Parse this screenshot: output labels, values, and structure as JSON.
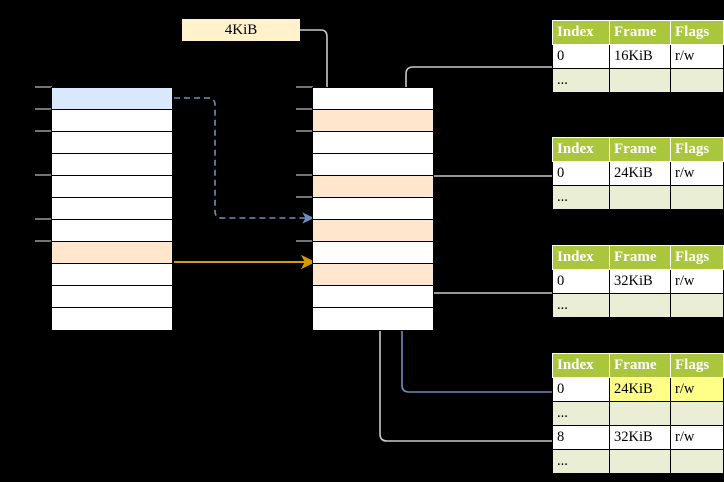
{
  "diagram": {
    "title": "multi-level-page-table-walk",
    "page_size_label": {
      "text": "4KiB"
    },
    "colors": {
      "blue_fill": "#dae8fc",
      "orange_fill": "#ffe6cc",
      "yellow_fill": "#fff2cc",
      "green_header": "#aac63c",
      "table_alt_row": "#e9eed4",
      "highlight": "#ffff88",
      "blue_stroke": "#6c8ebf",
      "orange_stroke": "#d79b00",
      "gray_stroke": "#b3b3b3",
      "background": "#000000"
    },
    "left_stack": {
      "name": "virtual-address-space",
      "row_count": 11,
      "rows": [
        {
          "index": 0,
          "fill": "blue",
          "label": ""
        },
        {
          "index": 1,
          "fill": "white",
          "label": ""
        },
        {
          "index": 2,
          "fill": "white",
          "label": ""
        },
        {
          "index": 3,
          "fill": "white",
          "label": ""
        },
        {
          "index": 4,
          "fill": "white",
          "label": ""
        },
        {
          "index": 5,
          "fill": "white",
          "label": ""
        },
        {
          "index": 6,
          "fill": "white",
          "label": ""
        },
        {
          "index": 7,
          "fill": "orange",
          "label": ""
        },
        {
          "index": 8,
          "fill": "white",
          "label": ""
        },
        {
          "index": 9,
          "fill": "white",
          "label": ""
        },
        {
          "index": 10,
          "fill": "white",
          "label": ""
        }
      ]
    },
    "middle_stack": {
      "name": "physical-memory",
      "row_count": 11,
      "rows": [
        {
          "index": 0,
          "fill": "white",
          "label": ""
        },
        {
          "index": 1,
          "fill": "orange",
          "label": ""
        },
        {
          "index": 2,
          "fill": "white",
          "label": ""
        },
        {
          "index": 3,
          "fill": "white",
          "label": ""
        },
        {
          "index": 4,
          "fill": "orange",
          "label": ""
        },
        {
          "index": 5,
          "fill": "white",
          "label": ""
        },
        {
          "index": 6,
          "fill": "orange",
          "label": ""
        },
        {
          "index": 7,
          "fill": "white",
          "label": ""
        },
        {
          "index": 8,
          "fill": "orange",
          "label": ""
        },
        {
          "index": 9,
          "fill": "white",
          "label": ""
        },
        {
          "index": 10,
          "fill": "white",
          "label": ""
        }
      ]
    },
    "tables": [
      {
        "name": "page-table-level-1",
        "headers": [
          "Index",
          "Frame",
          "Flags"
        ],
        "rows": [
          {
            "cells": [
              "0",
              "16KiB",
              "r/w"
            ],
            "alt": false,
            "highlight": []
          },
          {
            "cells": [
              "...",
              "",
              ""
            ],
            "alt": true,
            "highlight": []
          }
        ]
      },
      {
        "name": "page-table-level-2",
        "headers": [
          "Index",
          "Frame",
          "Flags"
        ],
        "rows": [
          {
            "cells": [
              "0",
              "24KiB",
              "r/w"
            ],
            "alt": false,
            "highlight": []
          },
          {
            "cells": [
              "...",
              "",
              ""
            ],
            "alt": true,
            "highlight": []
          }
        ]
      },
      {
        "name": "page-table-level-3",
        "headers": [
          "Index",
          "Frame",
          "Flags"
        ],
        "rows": [
          {
            "cells": [
              "0",
              "32KiB",
              "r/w"
            ],
            "alt": false,
            "highlight": []
          },
          {
            "cells": [
              "...",
              "",
              ""
            ],
            "alt": true,
            "highlight": []
          }
        ]
      },
      {
        "name": "page-table-level-4",
        "headers": [
          "Index",
          "Frame",
          "Flags"
        ],
        "rows": [
          {
            "cells": [
              "0",
              "24KiB",
              "r/w"
            ],
            "alt": false,
            "highlight": [
              1,
              2
            ]
          },
          {
            "cells": [
              "...",
              "",
              ""
            ],
            "alt": true,
            "highlight": []
          },
          {
            "cells": [
              "8",
              "32KiB",
              "r/w"
            ],
            "alt": false,
            "highlight": []
          },
          {
            "cells": [
              "...",
              "",
              ""
            ],
            "alt": true,
            "highlight": []
          }
        ]
      }
    ]
  }
}
